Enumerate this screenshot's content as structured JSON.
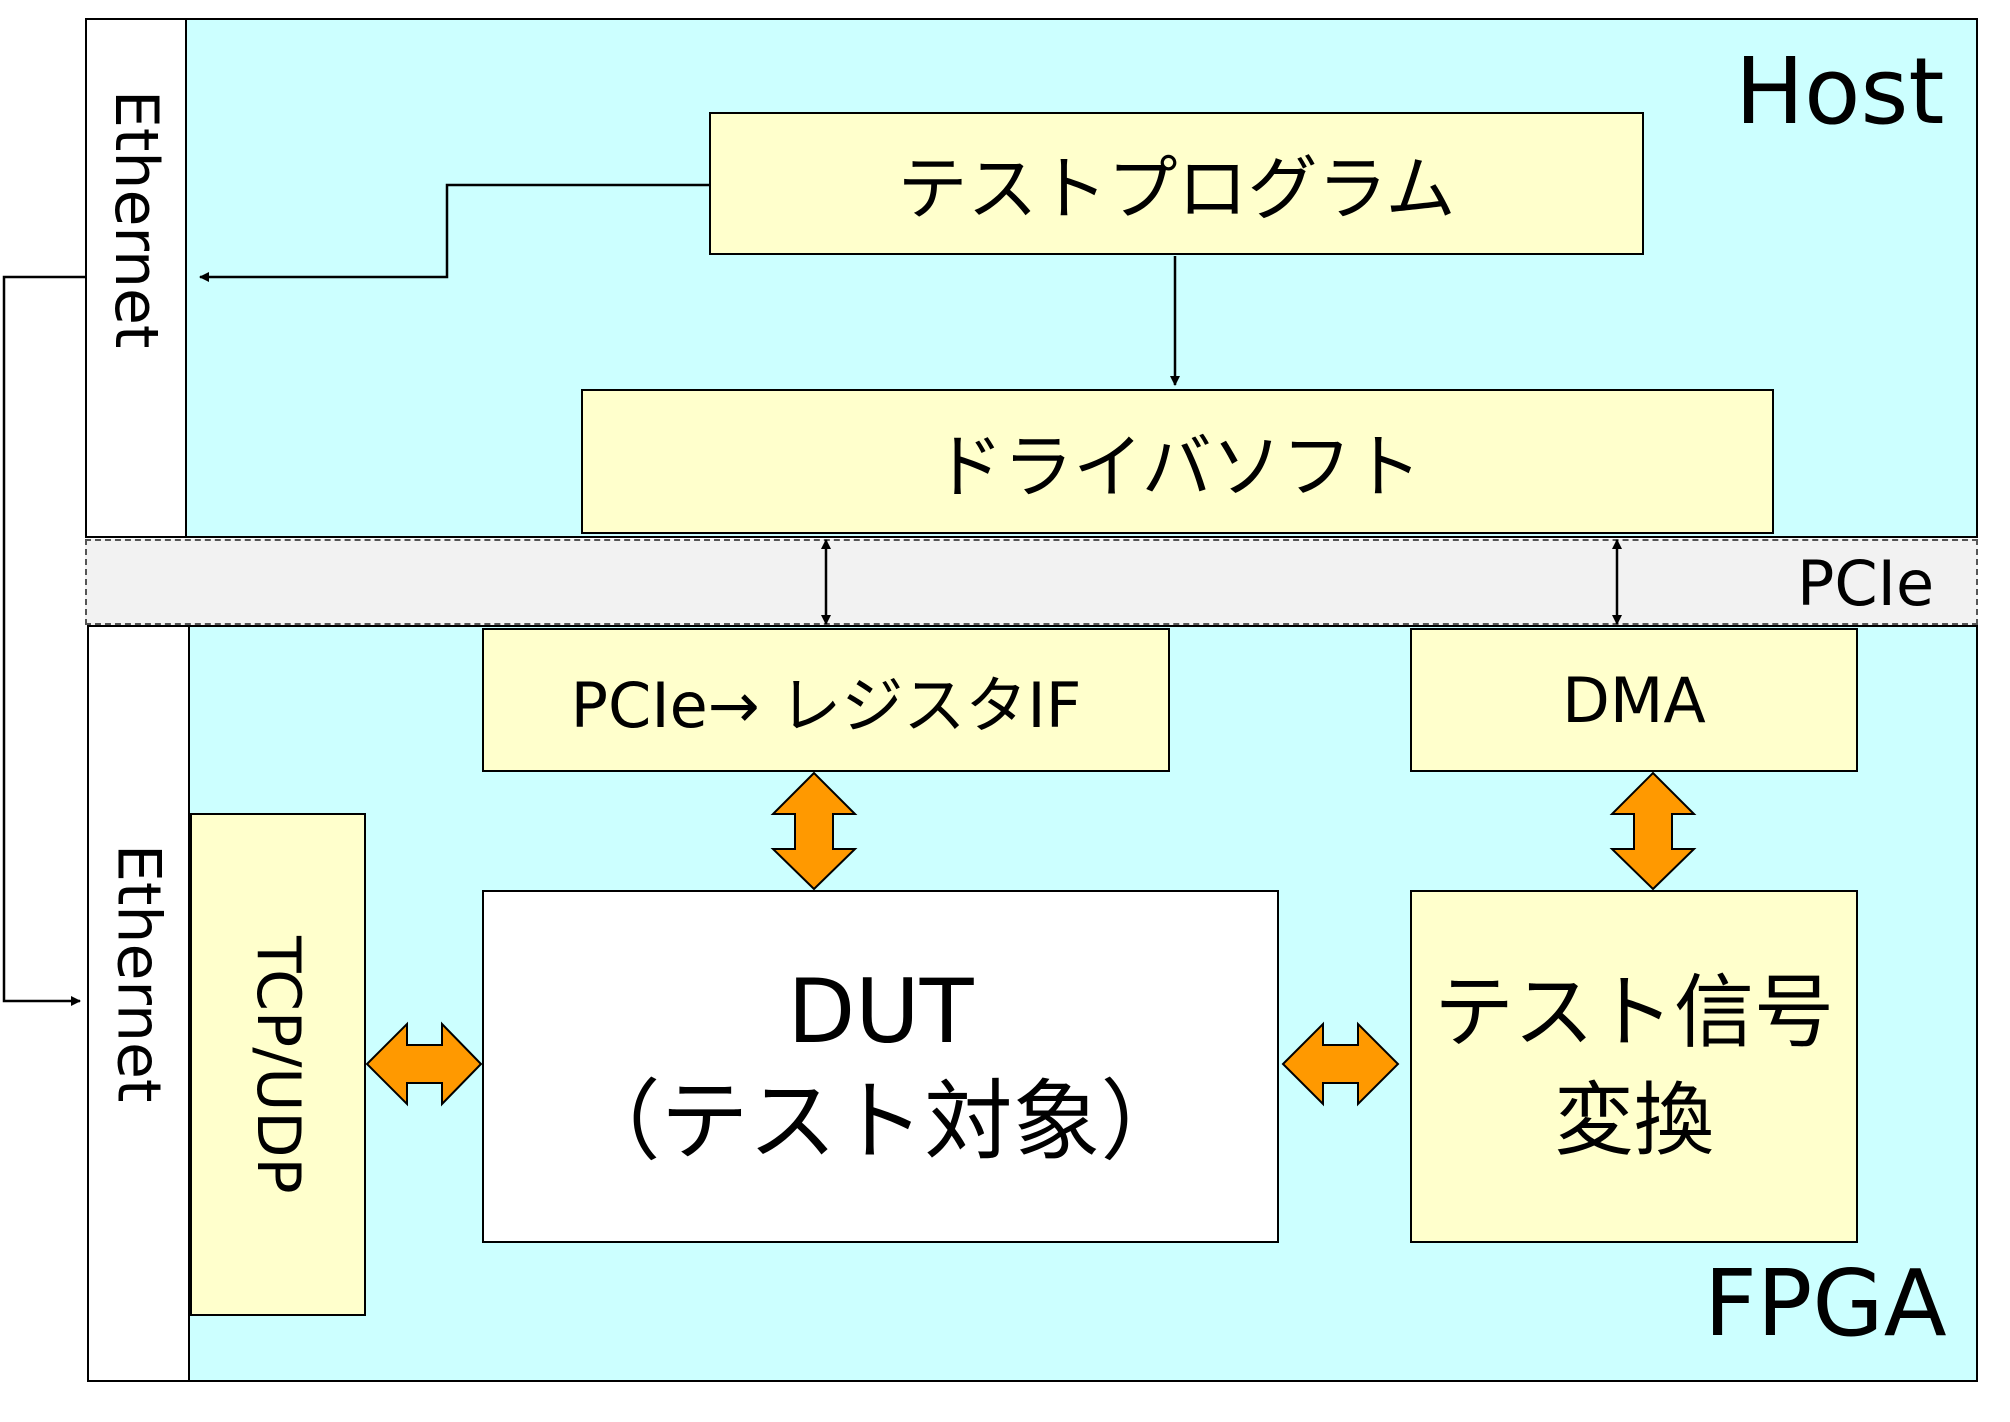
{
  "regions": {
    "host_label": "Host",
    "pcie_label": "PCIe",
    "fpga_label": "FPGA"
  },
  "ethernet": {
    "host_label": "Ethernet",
    "fpga_label": "Ethernet"
  },
  "blocks": {
    "test_program": "テストプログラム",
    "driver_software": "ドライバソフト",
    "pcie_register_if": "PCIe→ レジスタIF",
    "dma": "DMA",
    "tcp_udp": "TCP/UDP",
    "dut_line1": "DUT",
    "dut_line2": "（テスト対象）",
    "signal_convert_line1": "テスト信号",
    "signal_convert_line2": "変換"
  },
  "colors": {
    "region_fill": "#ccffff",
    "block_fill": "#ffffcc",
    "pcie_band_fill": "#f2f2f2",
    "bus_arrow_fill": "#ff9900",
    "line": "#000000"
  }
}
